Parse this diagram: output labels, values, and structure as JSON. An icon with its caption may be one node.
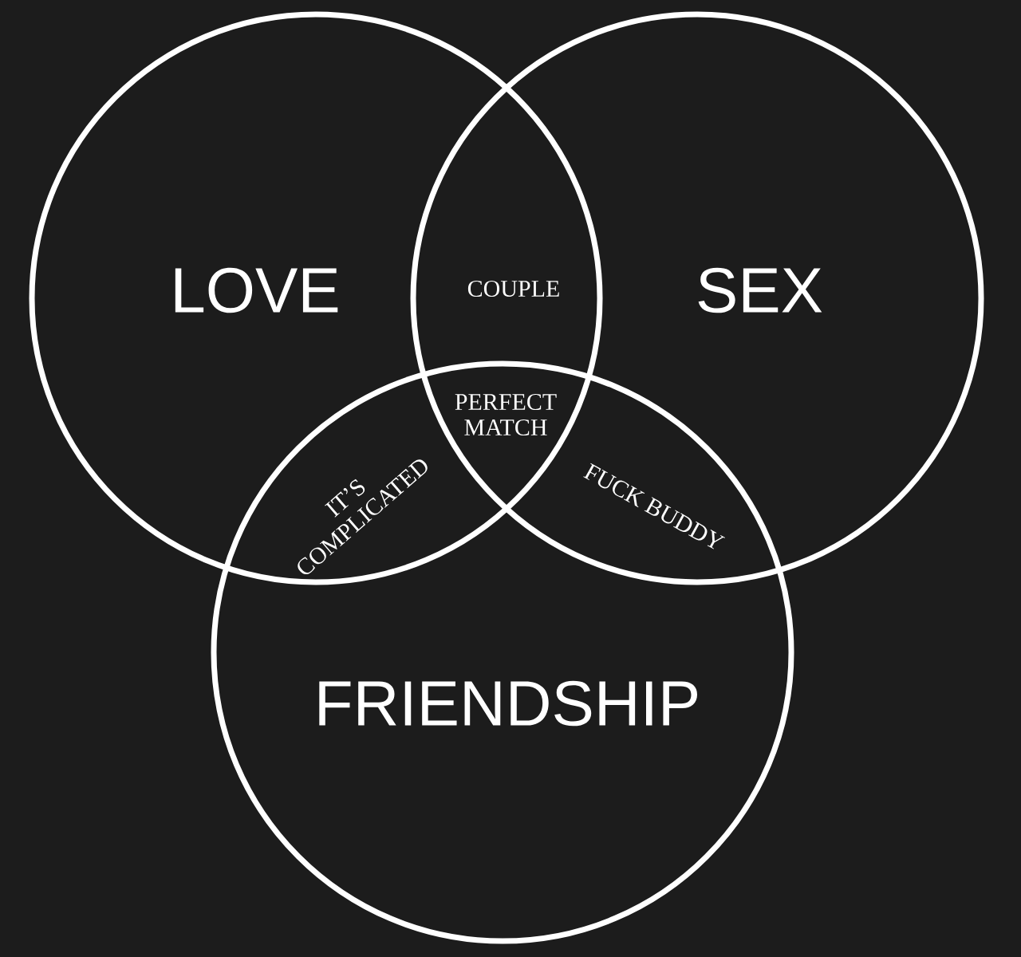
{
  "diagram": {
    "nodes": [
      {
        "text": [
          "LOVE"
        ]
      },
      {
        "text": [
          "SEX"
        ]
      },
      {
        "text": [
          "FRIENDSHIP"
        ]
      }
    ],
    "labels": [
      "COUPLE",
      "PERFECT MATCH",
      "IT’S COMPLICATED",
      "FUCK BUDDY"
    ]
  }
}
